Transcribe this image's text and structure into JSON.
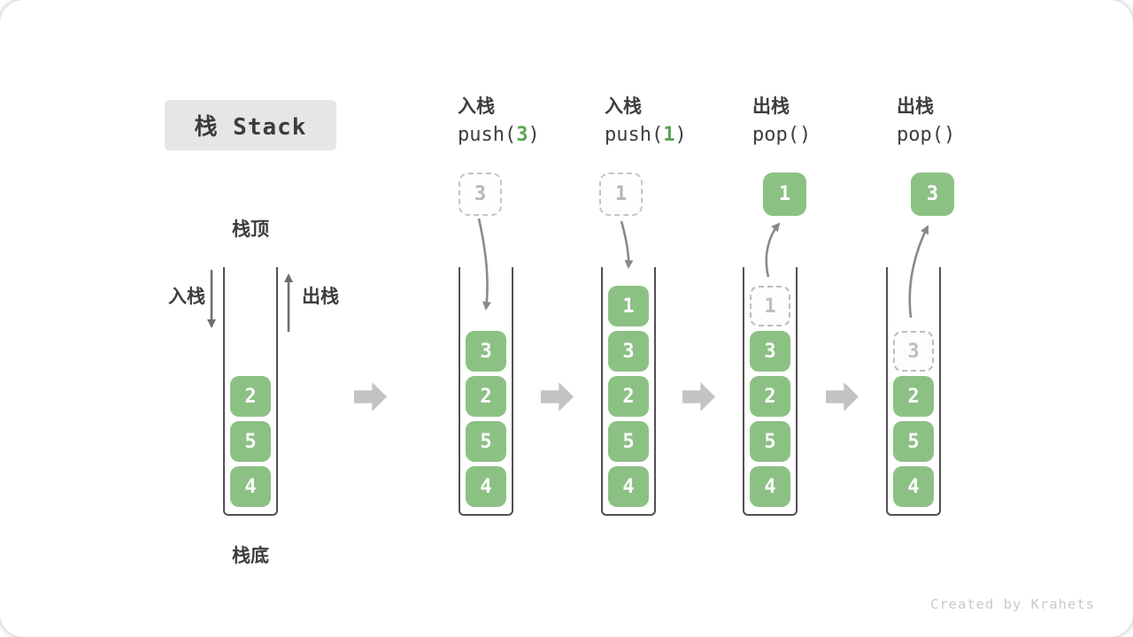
{
  "title": "栈 Stack",
  "side_labels": {
    "top": "栈顶",
    "bottom": "栈底",
    "push": "入栈",
    "pop": "出栈"
  },
  "watermark": "Created by Krahets",
  "colors": {
    "green": "#8cc184",
    "accent_green": "#5aa452",
    "block_arrow_gray": "#c3c3c3",
    "curve_arrow_gray": "#8a8a8a",
    "side_arrow_gray": "#6e6e6e",
    "ghost_gray": "#bdbdbd",
    "title_bg": "#e6e6e6",
    "wall": "#515151"
  },
  "icons": {
    "step_arrow": "right-block-arrow",
    "push_arrow": "curved-down-arrow",
    "pop_arrow": "curved-up-arrow"
  },
  "columns": [
    {
      "id": "initial",
      "cells": [
        {
          "v": "2",
          "ghost": false
        },
        {
          "v": "5",
          "ghost": false
        },
        {
          "v": "4",
          "ghost": false
        }
      ]
    },
    {
      "id": "push-3",
      "op_cn": "入栈",
      "op_pre": "push(",
      "op_arg": "3",
      "op_post": ")",
      "float": {
        "v": "3",
        "kind": "dashed"
      },
      "cells": [
        {
          "v": "3",
          "ghost": false
        },
        {
          "v": "2",
          "ghost": false
        },
        {
          "v": "5",
          "ghost": false
        },
        {
          "v": "4",
          "ghost": false
        }
      ]
    },
    {
      "id": "push-1",
      "op_cn": "入栈",
      "op_pre": "push(",
      "op_arg": "1",
      "op_post": ")",
      "float": {
        "v": "1",
        "kind": "dashed"
      },
      "cells": [
        {
          "v": "1",
          "ghost": false
        },
        {
          "v": "3",
          "ghost": false
        },
        {
          "v": "2",
          "ghost": false
        },
        {
          "v": "5",
          "ghost": false
        },
        {
          "v": "4",
          "ghost": false
        }
      ]
    },
    {
      "id": "pop-1",
      "op_cn": "出栈",
      "op_pre": "pop(",
      "op_arg": "",
      "op_post": ")",
      "float": {
        "v": "1",
        "kind": "solid"
      },
      "cells": [
        {
          "v": "1",
          "ghost": true
        },
        {
          "v": "3",
          "ghost": false
        },
        {
          "v": "2",
          "ghost": false
        },
        {
          "v": "5",
          "ghost": false
        },
        {
          "v": "4",
          "ghost": false
        }
      ]
    },
    {
      "id": "pop-3",
      "op_cn": "出栈",
      "op_pre": "pop(",
      "op_arg": "",
      "op_post": ")",
      "float": {
        "v": "3",
        "kind": "solid"
      },
      "cells": [
        {
          "v": "3",
          "ghost": true
        },
        {
          "v": "2",
          "ghost": false
        },
        {
          "v": "5",
          "ghost": false
        },
        {
          "v": "4",
          "ghost": false
        }
      ]
    }
  ]
}
